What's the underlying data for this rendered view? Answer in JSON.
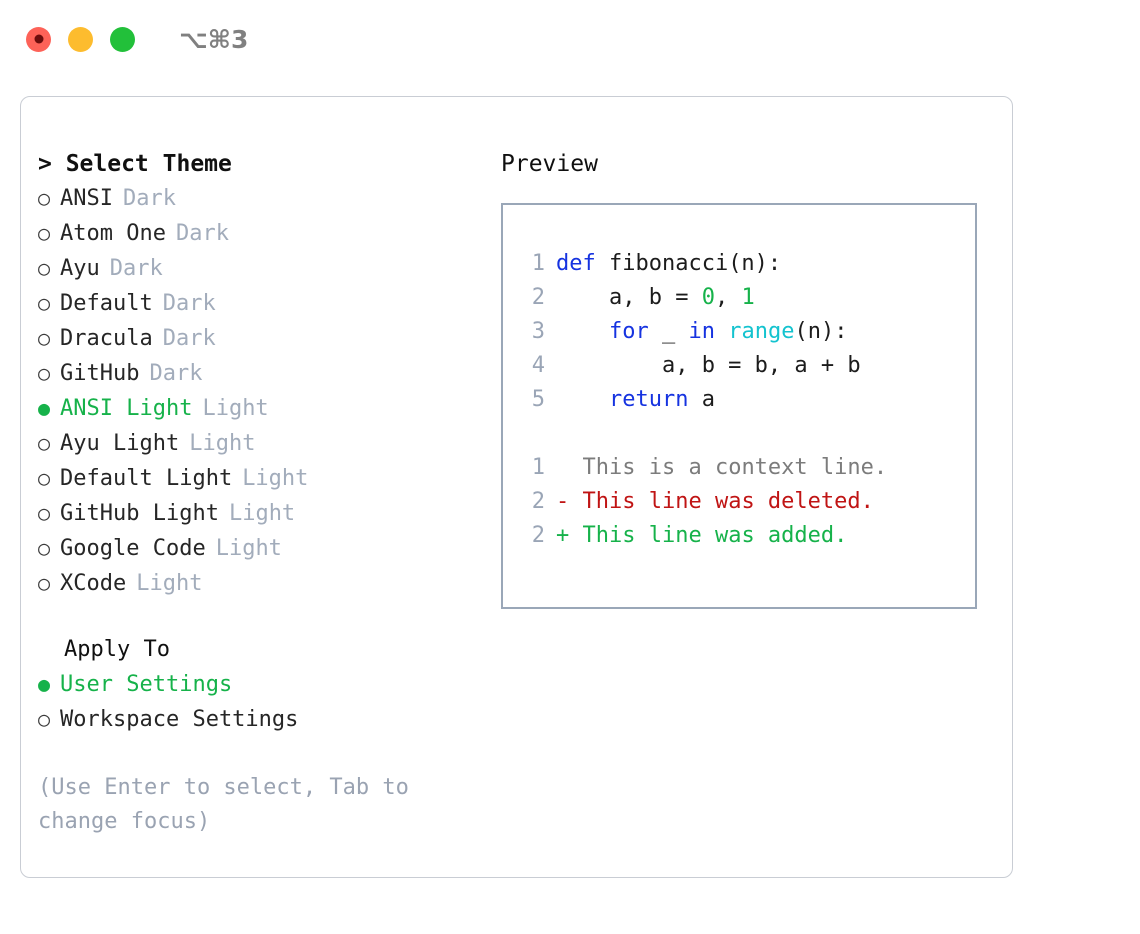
{
  "titlebar": {
    "shortcut": "⌥⌘3",
    "buttons": [
      {
        "name": "close",
        "color": "#fd6258"
      },
      {
        "name": "minimize",
        "color": "#fdbc2e"
      },
      {
        "name": "maximize",
        "color": "#22c03a"
      }
    ]
  },
  "colors": {
    "accent_green": "#16b24a",
    "muted": "#a2acbb",
    "hint": "#9aa3b2",
    "panel_border": "#c9cdd4",
    "preview_border": "#9aa7b8",
    "keyword": "#1633e0",
    "function": "#14c3cf",
    "number": "#16b24a",
    "diff_add": "#16b24a",
    "diff_del": "#c01414",
    "diff_ctx": "#7c7c7c"
  },
  "theme_section": {
    "header": "> Select Theme",
    "bullet_selected": "●",
    "bullet_unselected": "○",
    "items": [
      {
        "label": "ANSI",
        "suffix": "Dark",
        "selected": false
      },
      {
        "label": "Atom One",
        "suffix": "Dark",
        "selected": false
      },
      {
        "label": "Ayu",
        "suffix": "Dark",
        "selected": false
      },
      {
        "label": "Default",
        "suffix": "Dark",
        "selected": false
      },
      {
        "label": "Dracula",
        "suffix": "Dark",
        "selected": false
      },
      {
        "label": "GitHub",
        "suffix": "Dark",
        "selected": false
      },
      {
        "label": "ANSI Light",
        "suffix": "Light",
        "selected": true
      },
      {
        "label": "Ayu Light",
        "suffix": "Light",
        "selected": false
      },
      {
        "label": "Default Light",
        "suffix": "Light",
        "selected": false
      },
      {
        "label": "GitHub Light",
        "suffix": "Light",
        "selected": false
      },
      {
        "label": "Google Code",
        "suffix": "Light",
        "selected": false
      },
      {
        "label": "XCode",
        "suffix": "Light",
        "selected": false
      }
    ]
  },
  "apply_to": {
    "title": "Apply To",
    "items": [
      {
        "label": "User Settings",
        "selected": true
      },
      {
        "label": "Workspace Settings",
        "selected": false
      }
    ]
  },
  "hint": "(Use Enter to select, Tab to change focus)",
  "preview": {
    "title": "Preview",
    "code_lines": [
      {
        "number": "1",
        "tokens": [
          {
            "text": "def ",
            "type": "kw"
          },
          {
            "text": "fibonacci(n):",
            "type": "plain"
          }
        ]
      },
      {
        "number": "2",
        "tokens": [
          {
            "text": "    a, b = ",
            "type": "plain"
          },
          {
            "text": "0",
            "type": "num"
          },
          {
            "text": ", ",
            "type": "plain"
          },
          {
            "text": "1",
            "type": "num"
          }
        ]
      },
      {
        "number": "3",
        "tokens": [
          {
            "text": "    ",
            "type": "plain"
          },
          {
            "text": "for",
            "type": "kw"
          },
          {
            "text": " _ ",
            "type": "plain"
          },
          {
            "text": "in",
            "type": "kw"
          },
          {
            "text": " ",
            "type": "plain"
          },
          {
            "text": "range",
            "type": "fn"
          },
          {
            "text": "(n):",
            "type": "plain"
          }
        ]
      },
      {
        "number": "4",
        "tokens": [
          {
            "text": "        a, b = b, a + b",
            "type": "plain"
          }
        ]
      },
      {
        "number": "5",
        "tokens": [
          {
            "text": "    ",
            "type": "plain"
          },
          {
            "text": "return",
            "type": "kw"
          },
          {
            "text": " a",
            "type": "plain"
          }
        ]
      }
    ],
    "diff_lines": [
      {
        "number": "1",
        "marker": "  ",
        "text": "This is a context line.",
        "kind": "ctx"
      },
      {
        "number": "2",
        "marker": "- ",
        "text": "This line was deleted.",
        "kind": "del"
      },
      {
        "number": "2",
        "marker": "+ ",
        "text": "This line was added.",
        "kind": "add"
      }
    ]
  }
}
